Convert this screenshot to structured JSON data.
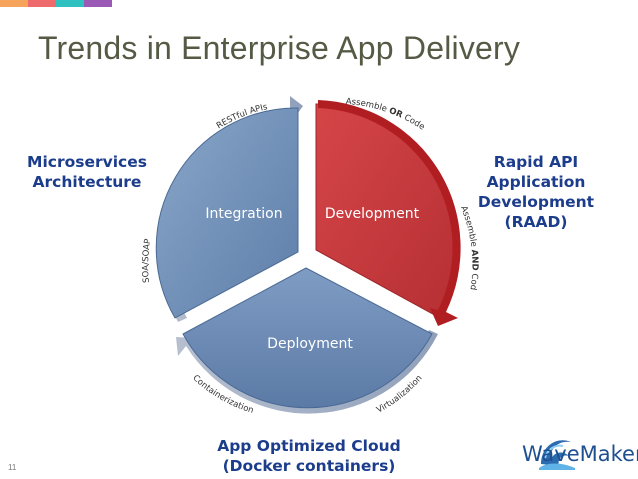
{
  "top_bar_colors": [
    "#f6a35b",
    "#ee6a6d",
    "#2fc0c0",
    "#9b59b6"
  ],
  "slide": {
    "title": "Trends in Enterprise App Delivery",
    "page_number": "11"
  },
  "callouts": {
    "left_line1": "Microservices",
    "left_line2": "Architecture",
    "right_line1": "Rapid API Application",
    "right_line2": "Development (RAAD)",
    "bottom_line1": "App Optimized Cloud",
    "bottom_line2": "(Docker containers)"
  },
  "cycle": {
    "segments": {
      "integration": "Integration",
      "development": "Development",
      "deployment": "Deployment"
    },
    "arc_labels": {
      "restful": "RESTful APIs",
      "assemble_or_pre": "Assemble ",
      "assemble_or_bold": "OR",
      "assemble_or_post": " Code",
      "assemble_and_pre": "Assemble ",
      "assemble_and_bold": "AND",
      "assemble_and_post": " Code",
      "soap": "SOA/SOAP",
      "containerization": "Containerization",
      "virtualization": "Virtualization"
    }
  },
  "logo": {
    "text": "WaveMaker",
    "icon": "wave-logo-icon"
  },
  "colors": {
    "blue_segment": "#6f8fb8",
    "red_segment": "#c8383d",
    "dark_red_arrow": "#b01e22",
    "grey_arrow": "#8a9ab5",
    "callout_text": "#1c3c8c"
  }
}
